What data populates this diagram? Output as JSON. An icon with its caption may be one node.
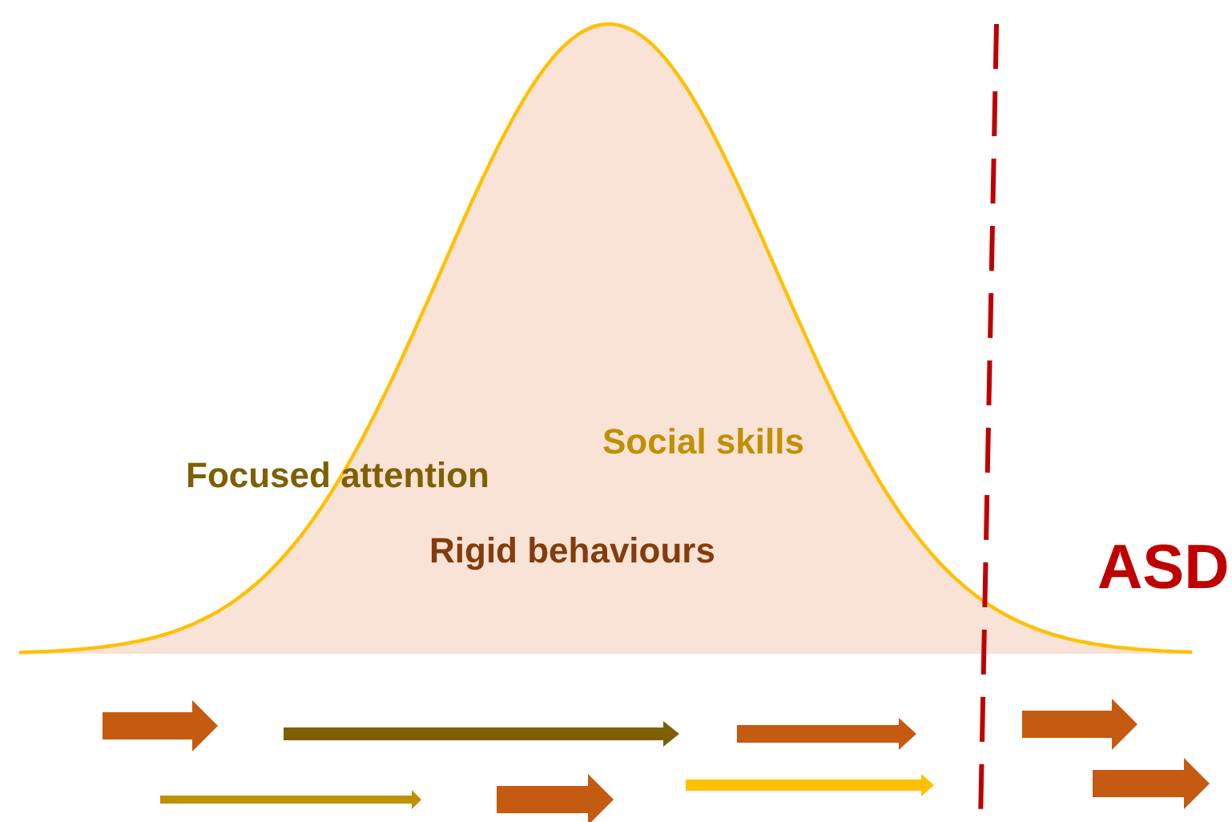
{
  "diagram": {
    "labels": [
      "Social skills",
      "Focused attention",
      "Rigid behaviours",
      "ASD"
    ]
  }
}
